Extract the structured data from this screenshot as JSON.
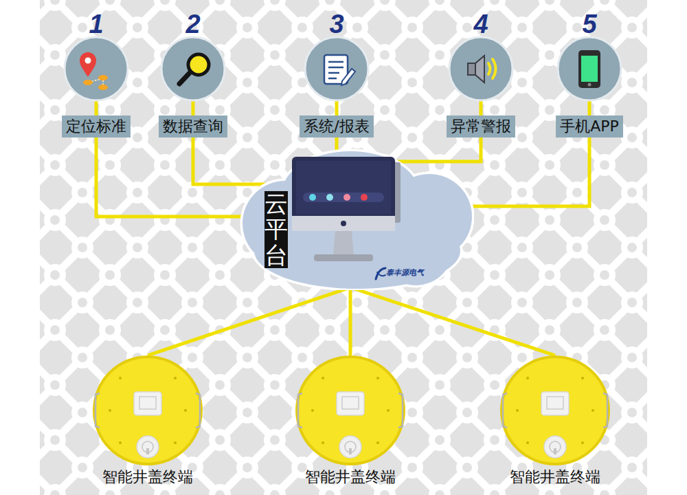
{
  "diagram": {
    "nodes": [
      {
        "text": [
          "定位标准"
        ]
      },
      {
        "text": [
          "数据查询"
        ]
      },
      {
        "text": [
          "系统/报表"
        ]
      },
      {
        "text": [
          "异常警报"
        ]
      },
      {
        "text": [
          "手机APP"
        ]
      },
      {
        "text": [
          "云平台"
        ]
      },
      {
        "text": [
          "智能井盖终端"
        ]
      },
      {
        "text": [
          "智能井盖终端"
        ]
      },
      {
        "text": [
          "智能井盖终端"
        ]
      }
    ],
    "edges": [
      {
        "from": 0,
        "to": 5,
        "arrow": "none"
      },
      {
        "from": 1,
        "to": 5,
        "arrow": "none"
      },
      {
        "from": 2,
        "to": 5,
        "arrow": "none"
      },
      {
        "from": 3,
        "to": 5,
        "arrow": "none"
      },
      {
        "from": 4,
        "to": 5,
        "arrow": "none"
      },
      {
        "from": 5,
        "to": 6,
        "arrow": "none"
      },
      {
        "from": 5,
        "to": 7,
        "arrow": "none"
      },
      {
        "from": 5,
        "to": 8,
        "arrow": "none"
      }
    ],
    "labels": [
      "1",
      "2",
      "3",
      "4",
      "5",
      "泰丰源电气"
    ]
  }
}
